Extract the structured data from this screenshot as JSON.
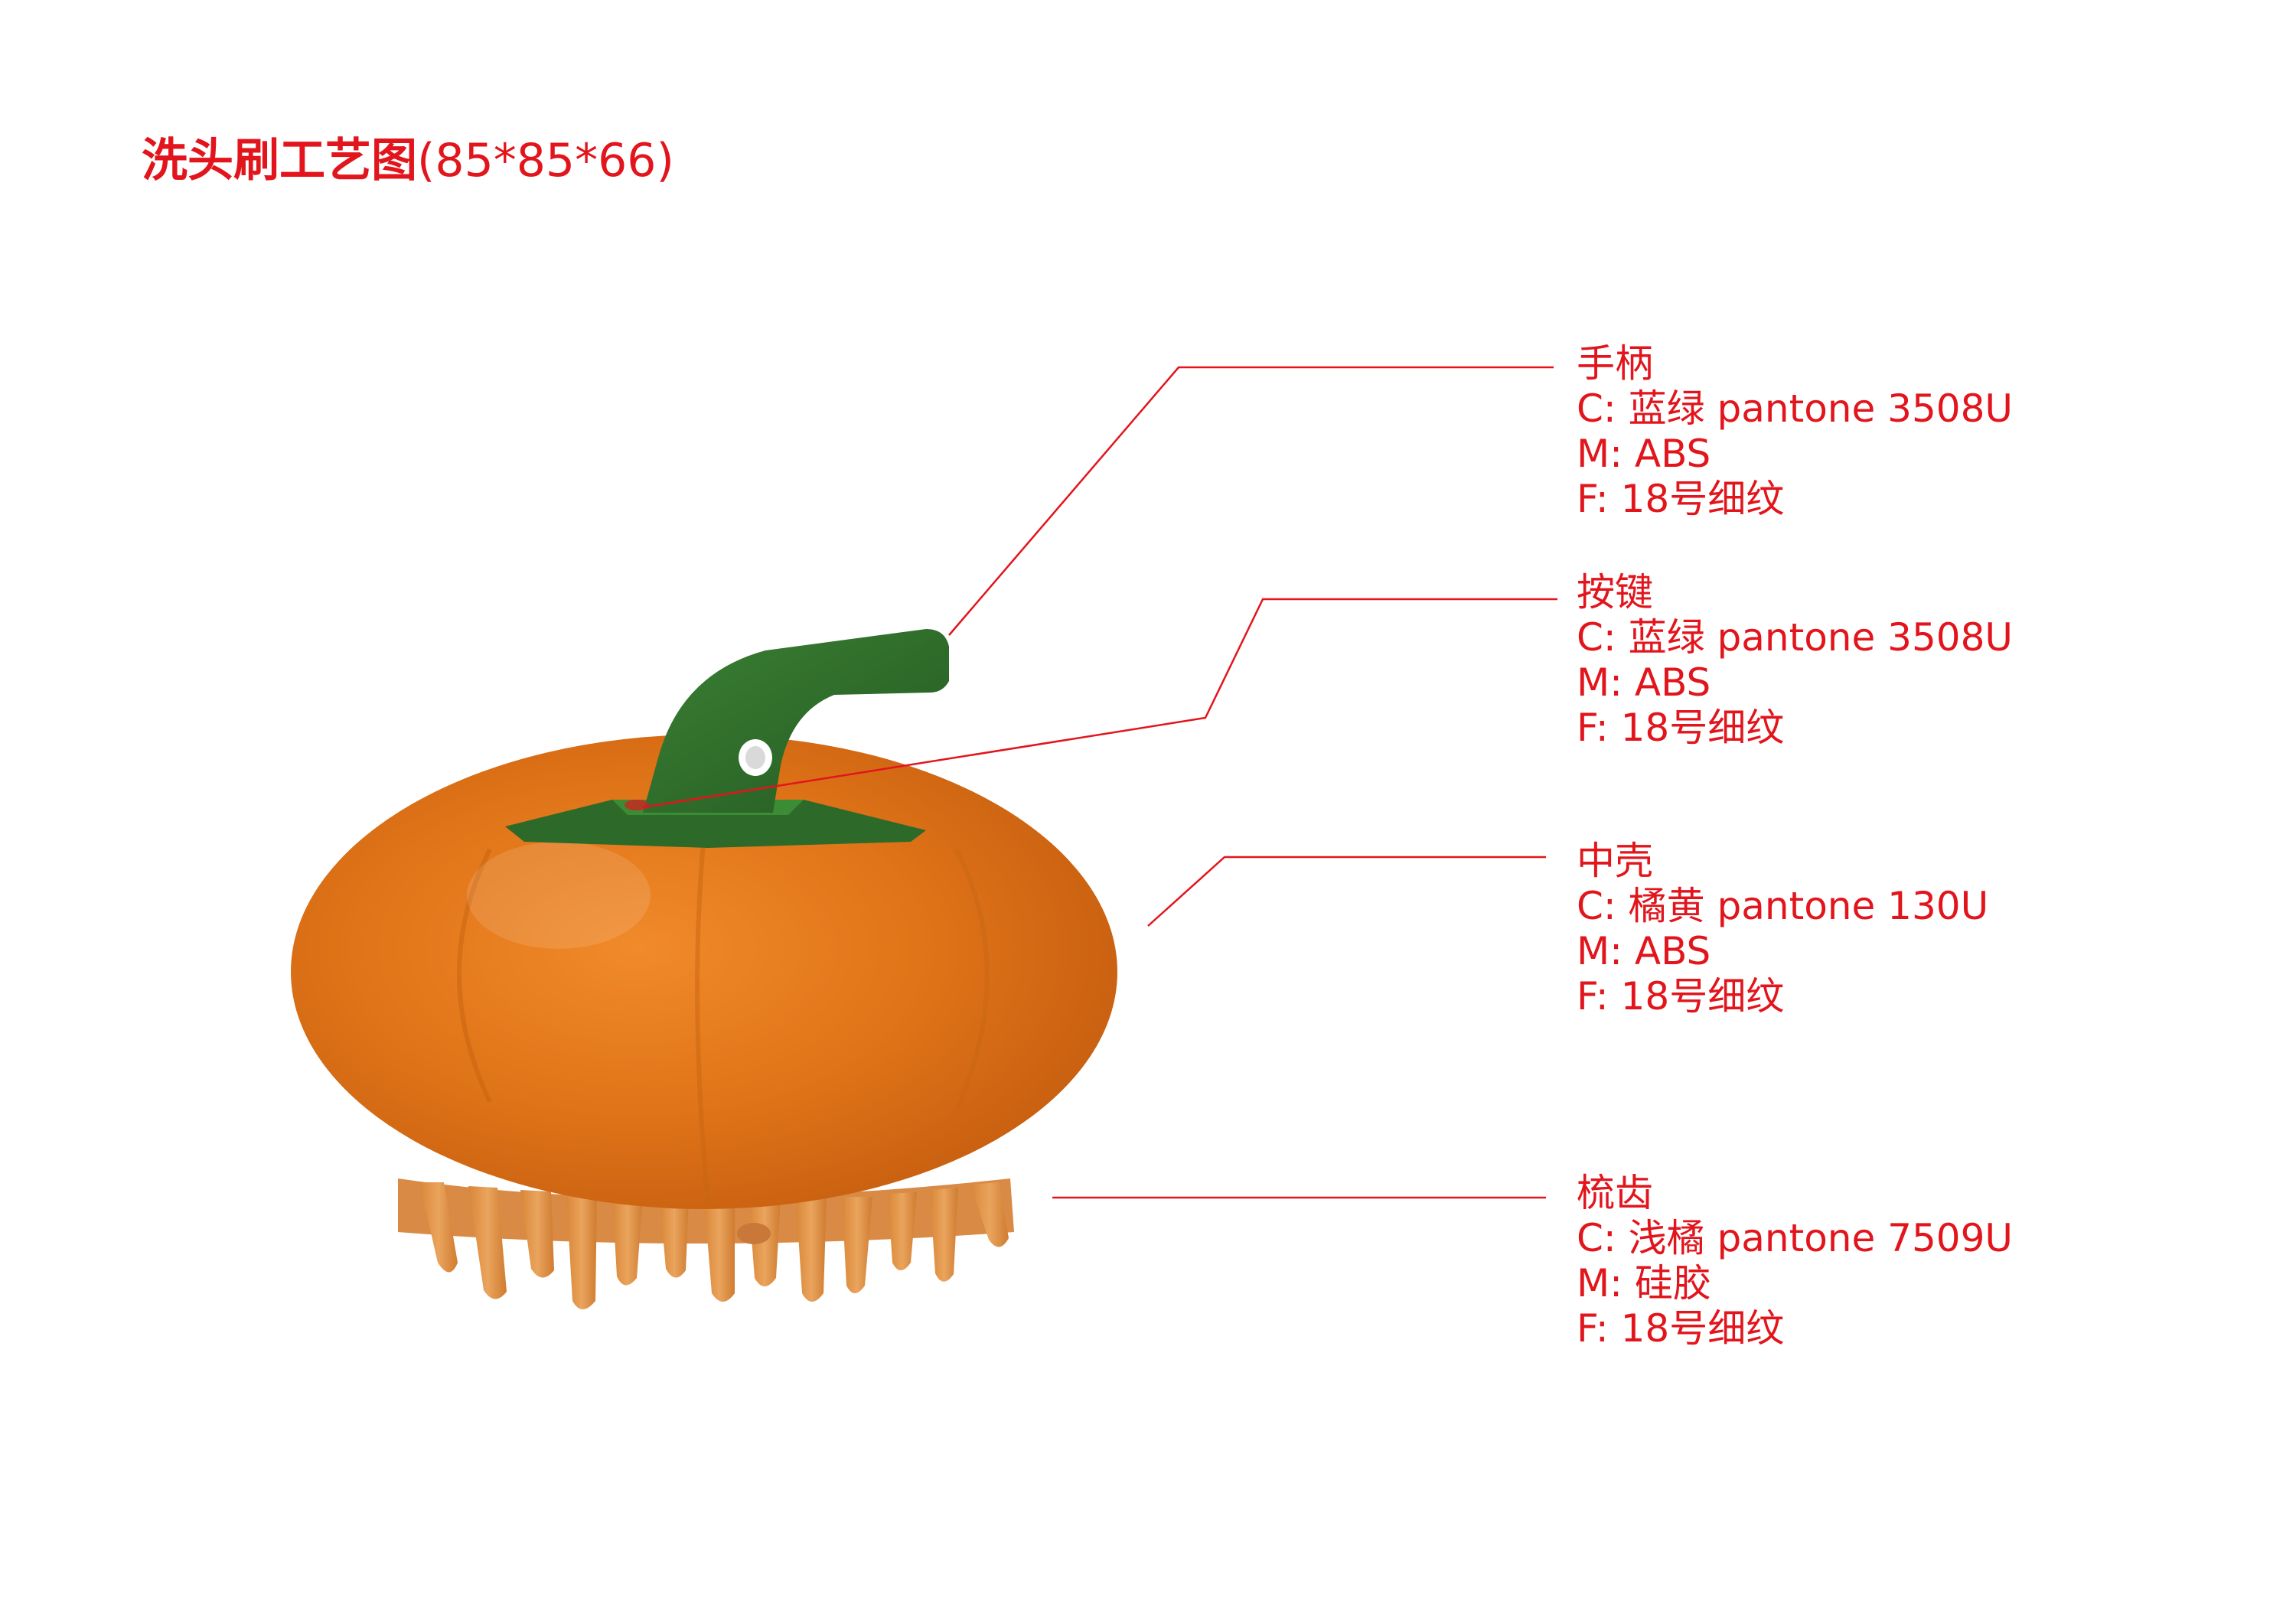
{
  "title": {
    "main": "洗头刷工艺图",
    "dimensions": "(85*85*66)"
  },
  "colors": {
    "annotation": "#e2151c",
    "handle_green": "#2f6b2a",
    "shell_orange": "#e07a1e",
    "teeth_orange": "#e2974f"
  },
  "specs": [
    {
      "name": "手柄",
      "color": "C: 蓝绿 pantone 3508U",
      "material": "M: ABS",
      "finish": "F: 18号细纹"
    },
    {
      "name": "按键",
      "color": "C: 蓝绿 pantone 3508U",
      "material": "M: ABS",
      "finish": "F: 18号细纹"
    },
    {
      "name": "中壳",
      "color": "C: 橘黄 pantone 130U",
      "material": "M: ABS",
      "finish": "F: 18号细纹"
    },
    {
      "name": "梳齿",
      "color": "C: 浅橘 pantone 7509U",
      "material": "M: 硅胶",
      "finish": "F: 18号细纹"
    }
  ]
}
